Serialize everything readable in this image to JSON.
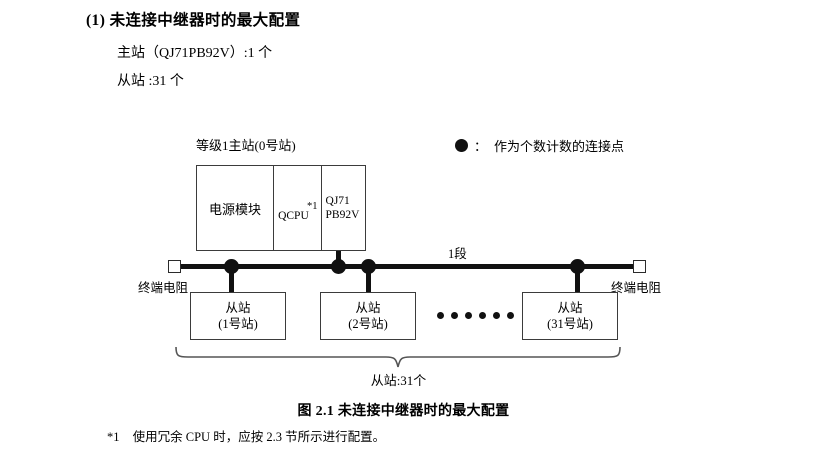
{
  "heading": {
    "number": "(1)",
    "title": "未连接中继器时的最大配置",
    "line1": "主站（QJ71PB92V）:1 个",
    "line2": "从站 :31 个"
  },
  "legend": {
    "icon": "filled-circle-icon",
    "separator": "：",
    "text": "作为个数计数的连接点"
  },
  "diagram": {
    "master": {
      "label": "等级1主站(0号站)",
      "cells": {
        "power": "电源模块",
        "cpu": "QCPU",
        "cpu_footnote": "*1",
        "net_line1": "QJ71",
        "net_line2": "PB92V"
      }
    },
    "bus": {
      "segment_label": "1段",
      "terminator_left": "终端电阻",
      "terminator_right": "终端电阻"
    },
    "slaves": [
      {
        "name": "从站",
        "station": "(1号站)"
      },
      {
        "name": "从站",
        "station": "(2号站)"
      },
      {
        "name": "从站",
        "station": "(31号站)"
      }
    ],
    "ellipsis_count": 6,
    "brace_label": "从站:31个"
  },
  "caption": "图 2.1  未连接中继器时的最大配置",
  "footnote": {
    "mark": "*1",
    "text": "使用冗余 CPU 时，应按 2.3 节所示进行配置。"
  },
  "colors": {
    "ink": "#000000",
    "line": "#111111",
    "box_border": "#3b3b3b"
  }
}
